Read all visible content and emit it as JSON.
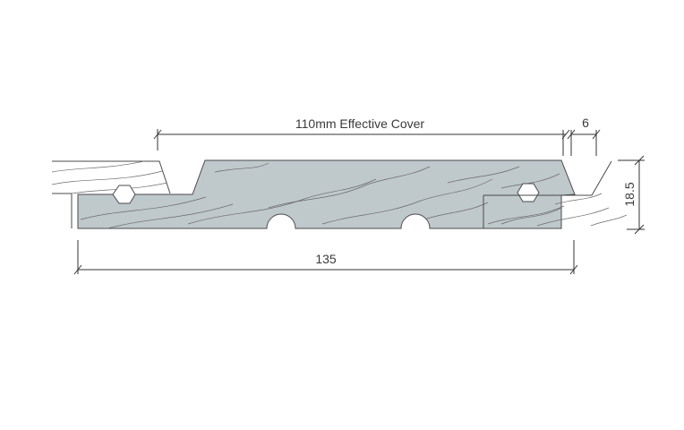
{
  "labels": {
    "effective_cover": "110mm Effective Cover",
    "gap": "6",
    "overall_width": "135",
    "thickness": "18.5"
  },
  "colors": {
    "board_fill": "#bfc8cb",
    "neighbor_fill": "#ffffff",
    "line": "#4a4a4a"
  }
}
